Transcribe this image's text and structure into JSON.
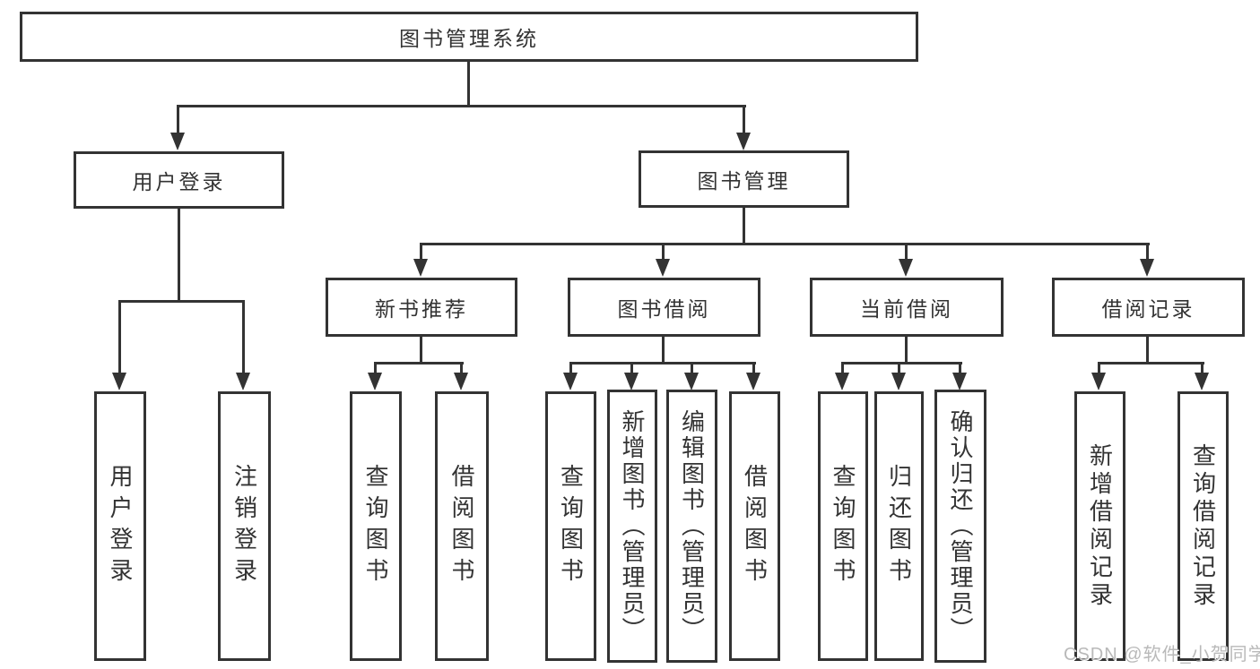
{
  "nodes": {
    "root": {
      "label": "图书管理系统"
    },
    "user_login": {
      "label": "用户登录"
    },
    "book_mgmt": {
      "label": "图书管理"
    },
    "new_book_rec": {
      "label": "新书推荐"
    },
    "book_borrow": {
      "label": "图书借阅"
    },
    "current_borrow": {
      "label": "当前借阅"
    },
    "borrow_records": {
      "label": "借阅记录"
    },
    "leaf_user_login": {
      "label": "用户登录"
    },
    "leaf_logout": {
      "label": "注销登录"
    },
    "leaf_nb_query": {
      "label": "查询图书"
    },
    "leaf_nb_borrow": {
      "label": "借阅图书"
    },
    "leaf_bb_query": {
      "label": "查询图书"
    },
    "leaf_bb_add": {
      "label": "新增图书（管理员）"
    },
    "leaf_bb_edit": {
      "label": "编辑图书（管理员）"
    },
    "leaf_bb_borrow": {
      "label": "借阅图书"
    },
    "leaf_cb_query": {
      "label": "查询图书"
    },
    "leaf_cb_return": {
      "label": "归还图书"
    },
    "leaf_cb_confirm": {
      "label": "确认归还（管理员）"
    },
    "leaf_br_add": {
      "label": "新增借阅记录"
    },
    "leaf_br_query": {
      "label": "查询借阅记录"
    }
  },
  "watermark": {
    "text": "CSDN @软件_小贺同学"
  },
  "colors": {
    "line": "#333333",
    "box_border": "#333333",
    "text": "#333333",
    "watermark": "#b9b9b9",
    "background": "#ffffff"
  }
}
